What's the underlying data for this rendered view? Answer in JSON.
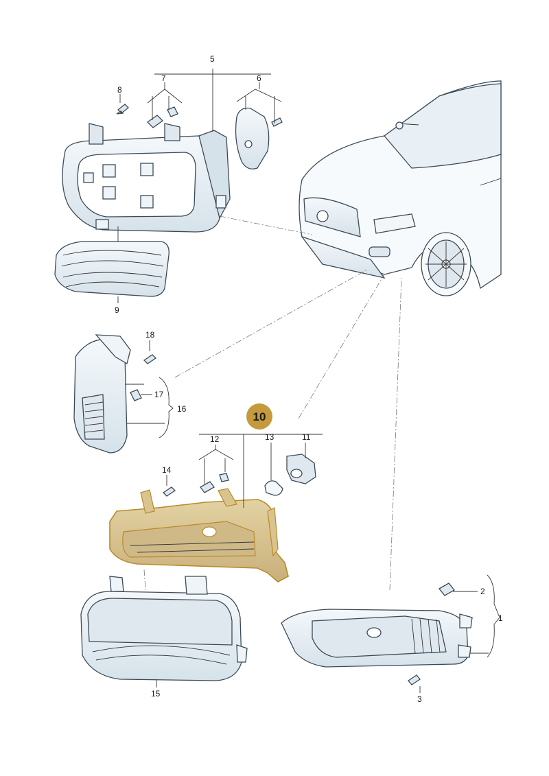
{
  "highlight": {
    "label": "10",
    "color": "#c49a3c"
  },
  "labels": {
    "p1": "1",
    "p2": "2",
    "p3": "3",
    "p5": "5",
    "p6": "6",
    "p7": "7",
    "p8": "8",
    "p9": "9",
    "p11": "11",
    "p12": "12",
    "p13": "13",
    "p14": "14",
    "p15": "15",
    "p16": "16",
    "p17": "17",
    "p18": "18"
  },
  "colors": {
    "part_fill": "#eef4f8",
    "part_stroke": "#3b4a56",
    "highlight_fill": "#d9c48f",
    "highlight_stroke": "#b98a2a"
  }
}
